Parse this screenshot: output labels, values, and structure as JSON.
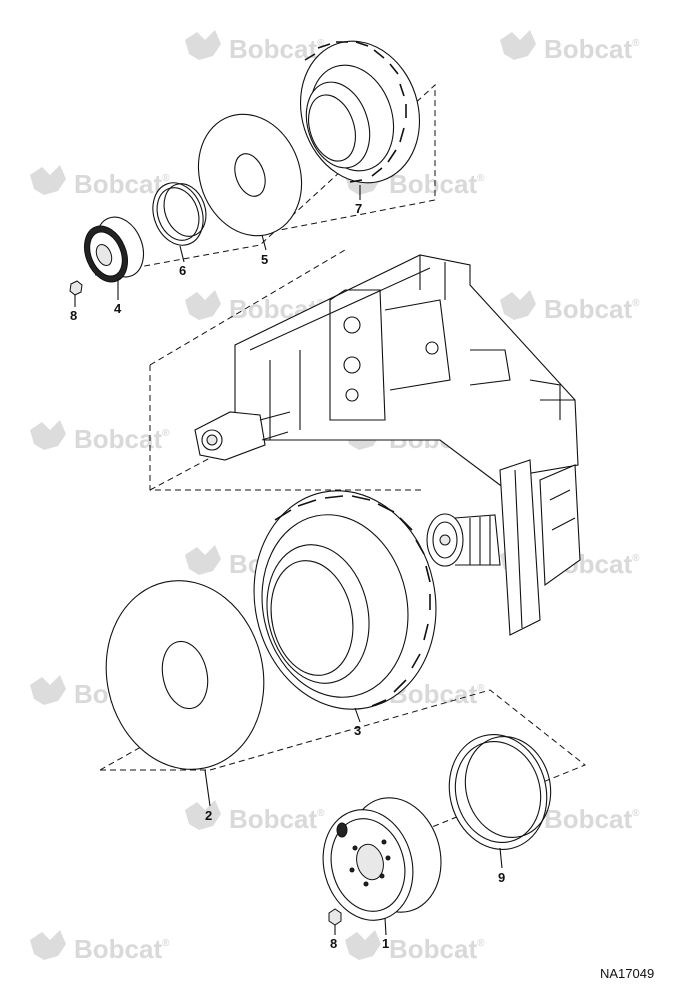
{
  "watermark": {
    "text": "Bobcat",
    "registered": "®"
  },
  "callouts": [
    {
      "id": "1",
      "label": "1"
    },
    {
      "id": "2",
      "label": "2"
    },
    {
      "id": "3",
      "label": "3"
    },
    {
      "id": "4",
      "label": "4"
    },
    {
      "id": "5",
      "label": "5"
    },
    {
      "id": "6",
      "label": "6"
    },
    {
      "id": "7",
      "label": "7"
    },
    {
      "id": "8a",
      "label": "8"
    },
    {
      "id": "8b",
      "label": "8"
    },
    {
      "id": "9",
      "label": "9"
    }
  ],
  "figure_id": "NA17049"
}
